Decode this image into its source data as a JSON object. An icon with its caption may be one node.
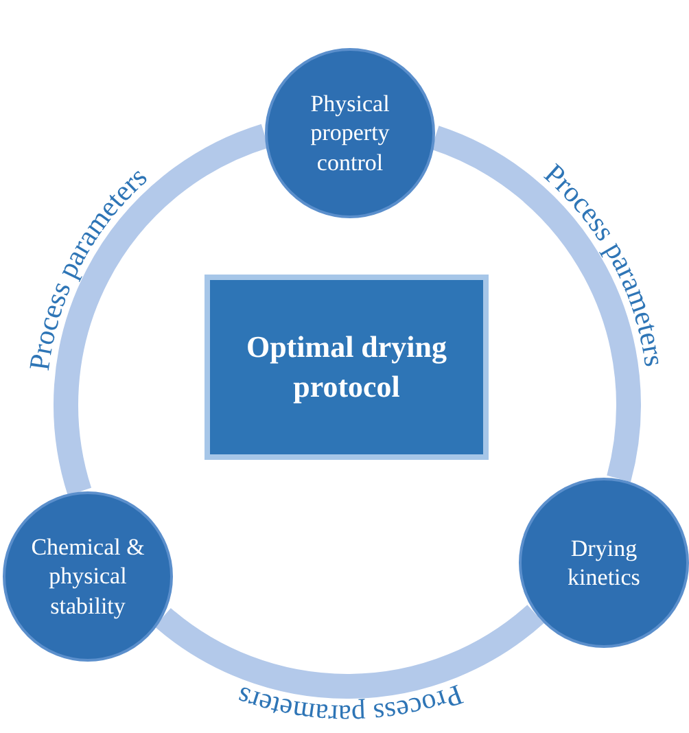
{
  "diagram": {
    "nodes": [
      {
        "text": [
          "Optimal drying protocol"
        ]
      },
      {
        "text": [
          "Physical property control"
        ]
      },
      {
        "text": [
          "Drying kinetics"
        ]
      },
      {
        "text": [
          "Chemical & physical stability"
        ]
      }
    ],
    "edges": [
      {
        "from": 1,
        "to": 2,
        "arrow": "none",
        "label": "Process parameters"
      },
      {
        "from": 2,
        "to": 3,
        "arrow": "none",
        "label": "Process parameters"
      },
      {
        "from": 3,
        "to": 1,
        "arrow": "none",
        "label": "Process parameters"
      }
    ]
  }
}
